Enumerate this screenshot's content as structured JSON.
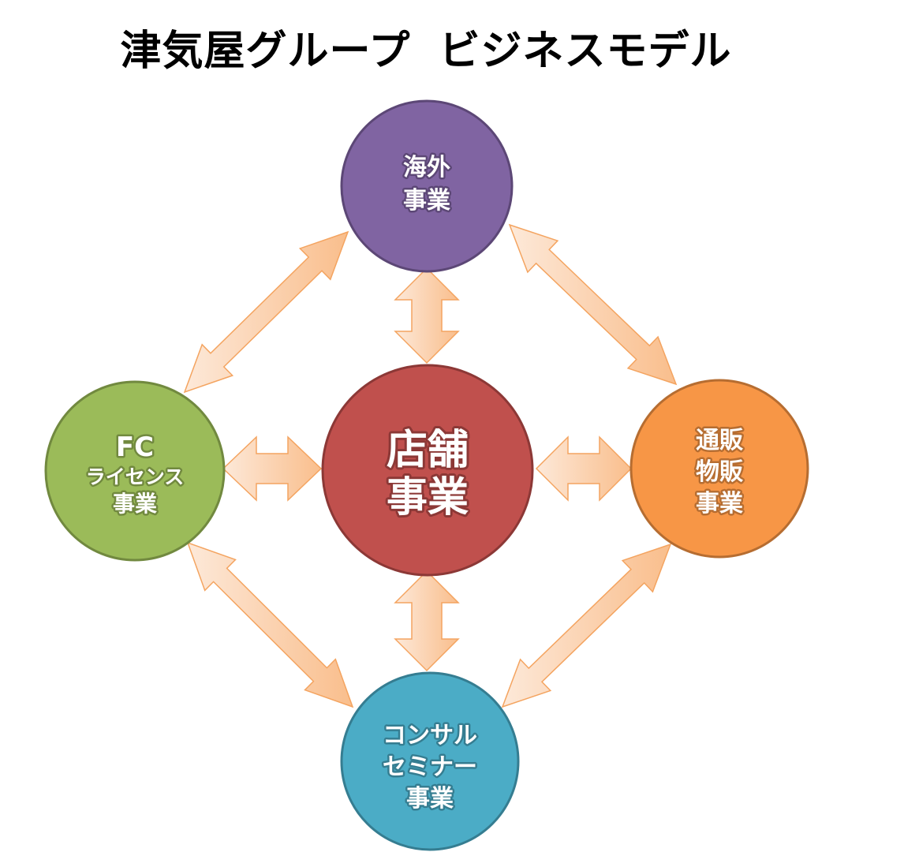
{
  "title": {
    "part1": "津気屋グループ",
    "part2": "ビジネスモデル"
  },
  "nodes": {
    "overseas": {
      "lines": [
        "海外",
        "事業"
      ],
      "fill": "#8064A2",
      "stroke": "#5C4776"
    },
    "fc": {
      "lines": [
        "FC",
        "ライセンス",
        "事業"
      ],
      "fill": "#9BBB59",
      "stroke": "#71893F"
    },
    "store": {
      "lines": [
        "店舗",
        "事業"
      ],
      "fill": "#C0504D",
      "stroke": "#8C3836"
    },
    "mailorder": {
      "lines": [
        "通販",
        "物販",
        "事業"
      ],
      "fill": "#F79646",
      "stroke": "#B66D31"
    },
    "consult": {
      "lines": [
        "コンサル",
        "セミナー",
        "事業"
      ],
      "fill": "#4BACC6",
      "stroke": "#357D91"
    }
  },
  "colors": {
    "arrow_fill_light": "#FDE9D9",
    "arrow_fill_dark": "#FAC090",
    "arrow_stroke": "#F4A460"
  }
}
